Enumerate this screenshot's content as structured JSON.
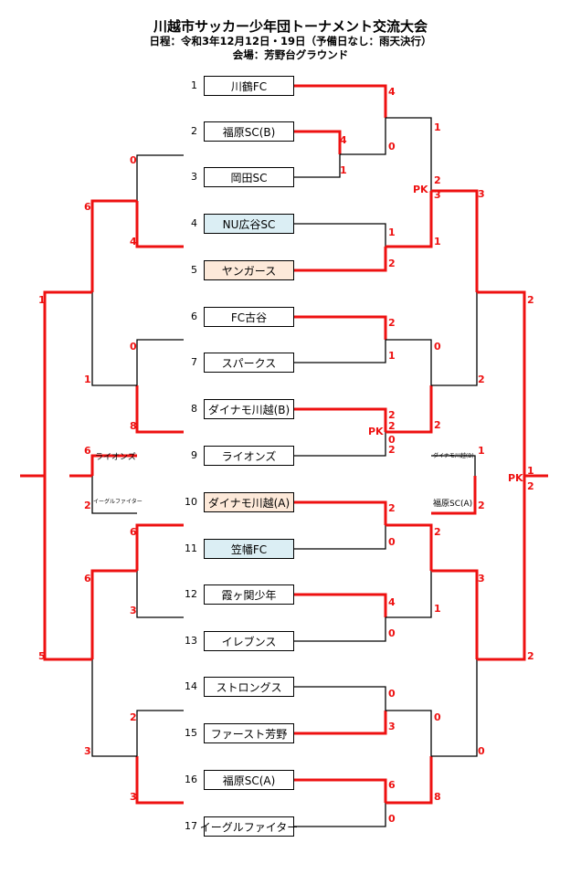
{
  "header": {
    "title": "川越市サッカー少年団トーナメント交流大会",
    "schedule": "日程：令和3年12月12日・19日（予備日なし：雨天決行）",
    "venue": "会場：芳野台グラウンド"
  },
  "teams": [
    {
      "seed": "1",
      "name": "川鶴FC",
      "bg": "#ffffff"
    },
    {
      "seed": "2",
      "name": "福原SC(B)",
      "bg": "#ffffff"
    },
    {
      "seed": "3",
      "name": "岡田SC",
      "bg": "#ffffff"
    },
    {
      "seed": "4",
      "name": "NU広谷SC",
      "bg": "#dbeef4"
    },
    {
      "seed": "5",
      "name": "ヤンガース",
      "bg": "#fde9d9"
    },
    {
      "seed": "6",
      "name": "FC古谷",
      "bg": "#ffffff"
    },
    {
      "seed": "7",
      "name": "スパークス",
      "bg": "#ffffff"
    },
    {
      "seed": "8",
      "name": "ダイナモ川越(B)",
      "bg": "#ffffff"
    },
    {
      "seed": "9",
      "name": "ライオンズ",
      "bg": "#ffffff"
    },
    {
      "seed": "10",
      "name": "ダイナモ川越(A)",
      "bg": "#fde9d9"
    },
    {
      "seed": "11",
      "name": "笠幡FC",
      "bg": "#dbeef4"
    },
    {
      "seed": "12",
      "name": "霞ヶ関少年",
      "bg": "#ffffff"
    },
    {
      "seed": "13",
      "name": "イレブンス",
      "bg": "#ffffff"
    },
    {
      "seed": "14",
      "name": "ストロングス",
      "bg": "#ffffff"
    },
    {
      "seed": "15",
      "name": "ファースト芳野",
      "bg": "#ffffff"
    },
    {
      "seed": "16",
      "name": "福原SC(A)",
      "bg": "#ffffff"
    },
    {
      "seed": "17",
      "name": "イーグルファイター",
      "bg": "#ffffff"
    }
  ],
  "labels": {
    "left_final_top": "ライオンズ",
    "left_final_bottom": "イーグルファイター",
    "right_final_top": "ダイナモ川越(B)",
    "right_final_bottom": "福原SC(A)",
    "pk": "PK"
  },
  "colors": {
    "win": "#ee1111",
    "line": "#000000",
    "score": "#ee1111"
  }
}
